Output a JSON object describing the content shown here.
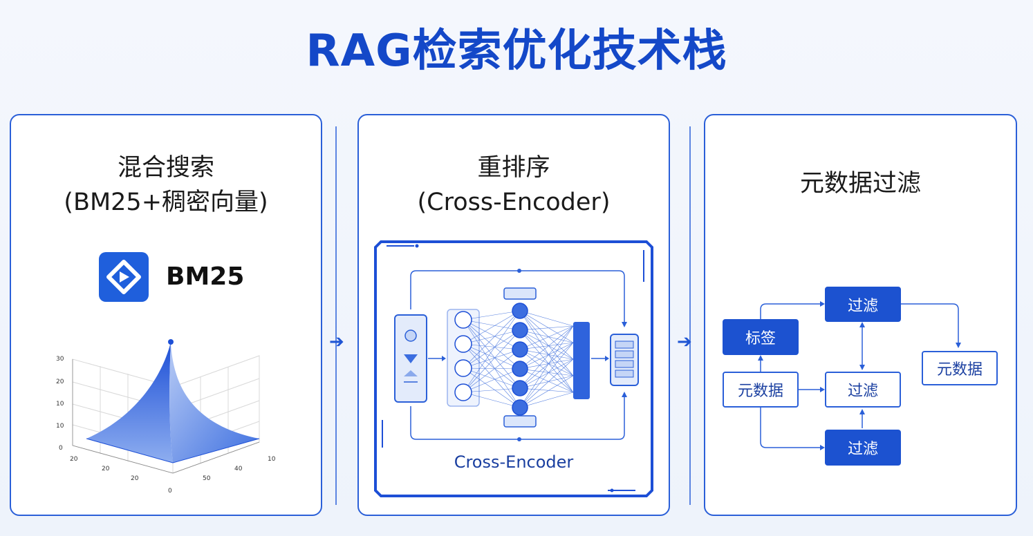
{
  "title": "RAG检索优化技术栈",
  "panels": [
    {
      "title_line1": "混合搜索",
      "title_line2": "(BM25+稠密向量)",
      "badge_label": "BM25",
      "chart_ticks_z": [
        "30",
        "20",
        "10",
        "10",
        "0"
      ],
      "chart_ticks_x": [
        "20",
        "20",
        "20",
        "0"
      ],
      "chart_ticks_y": [
        "50",
        "40",
        "10"
      ]
    },
    {
      "title_line1": "重排序",
      "title_line2": "(Cross-Encoder)",
      "diagram_label": "Cross-Encoder"
    },
    {
      "title": "元数据过滤",
      "nodes": {
        "tag": "标签",
        "filter_top": "过滤",
        "metadata_left": "元数据",
        "filter_mid": "过滤",
        "filter_bottom": "过滤",
        "metadata_right": "元数据"
      }
    }
  ],
  "colors": {
    "accent": "#1c52d0",
    "title": "#1448c8",
    "border": "#2a5fd8"
  },
  "icons": [
    "bm25-logo-icon",
    "arrow-right-icon",
    "neural-network-icon",
    "input-stack-icon",
    "output-stack-icon"
  ]
}
